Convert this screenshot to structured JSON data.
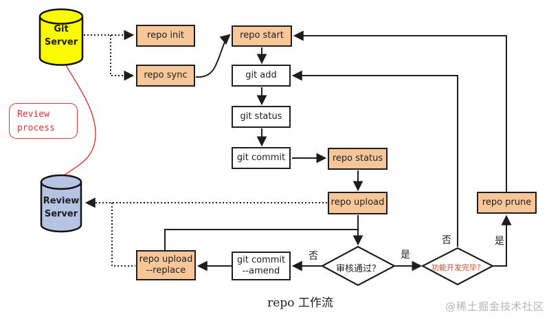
{
  "caption": {
    "text": "repo 工作流"
  },
  "watermark": {
    "text": "@稀土掘金技术社区"
  },
  "servers": {
    "git": {
      "line1": "Git",
      "line2": "Server",
      "fill": "#fafa00"
    },
    "review": {
      "line1": "Review",
      "line2": "Server",
      "fill": "#b6c3e2"
    }
  },
  "annotation": {
    "line1": "Review",
    "line2": "process",
    "color": "#e23333"
  },
  "nodes": {
    "repo_init": {
      "label": "repo init"
    },
    "repo_sync": {
      "label": "repo sync"
    },
    "repo_start": {
      "label": "repo start"
    },
    "git_add": {
      "label": "git add"
    },
    "git_status": {
      "label": "git status"
    },
    "git_commit": {
      "label": "git commit"
    },
    "repo_status": {
      "label": "repo status"
    },
    "repo_upload": {
      "label": "repo upload"
    },
    "repo_prune": {
      "label": "repo prune"
    },
    "repo_upload_replace": {
      "line1": "repo upload",
      "line2": "--replace"
    },
    "git_commit_amend": {
      "line1": "git commit",
      "line2": "--amend"
    }
  },
  "decisions": {
    "review_pass": {
      "label": "审核通过？",
      "text_color": "#1d1d1d"
    },
    "dev_done": {
      "label": "功能开发完毕？",
      "text_color": "#cc4a22"
    }
  },
  "edge_labels": {
    "no_review": "否",
    "yes_review": "是",
    "no_done": "否",
    "yes_done": "是"
  },
  "colors": {
    "node_fill_orange": "#f7c79a",
    "node_fill_white": "#ffffff",
    "node_border": "#1d1d1d",
    "connector": "#1d1d1d",
    "red_accent": "#e23333",
    "watermark_gray": "#b5b5b5"
  }
}
